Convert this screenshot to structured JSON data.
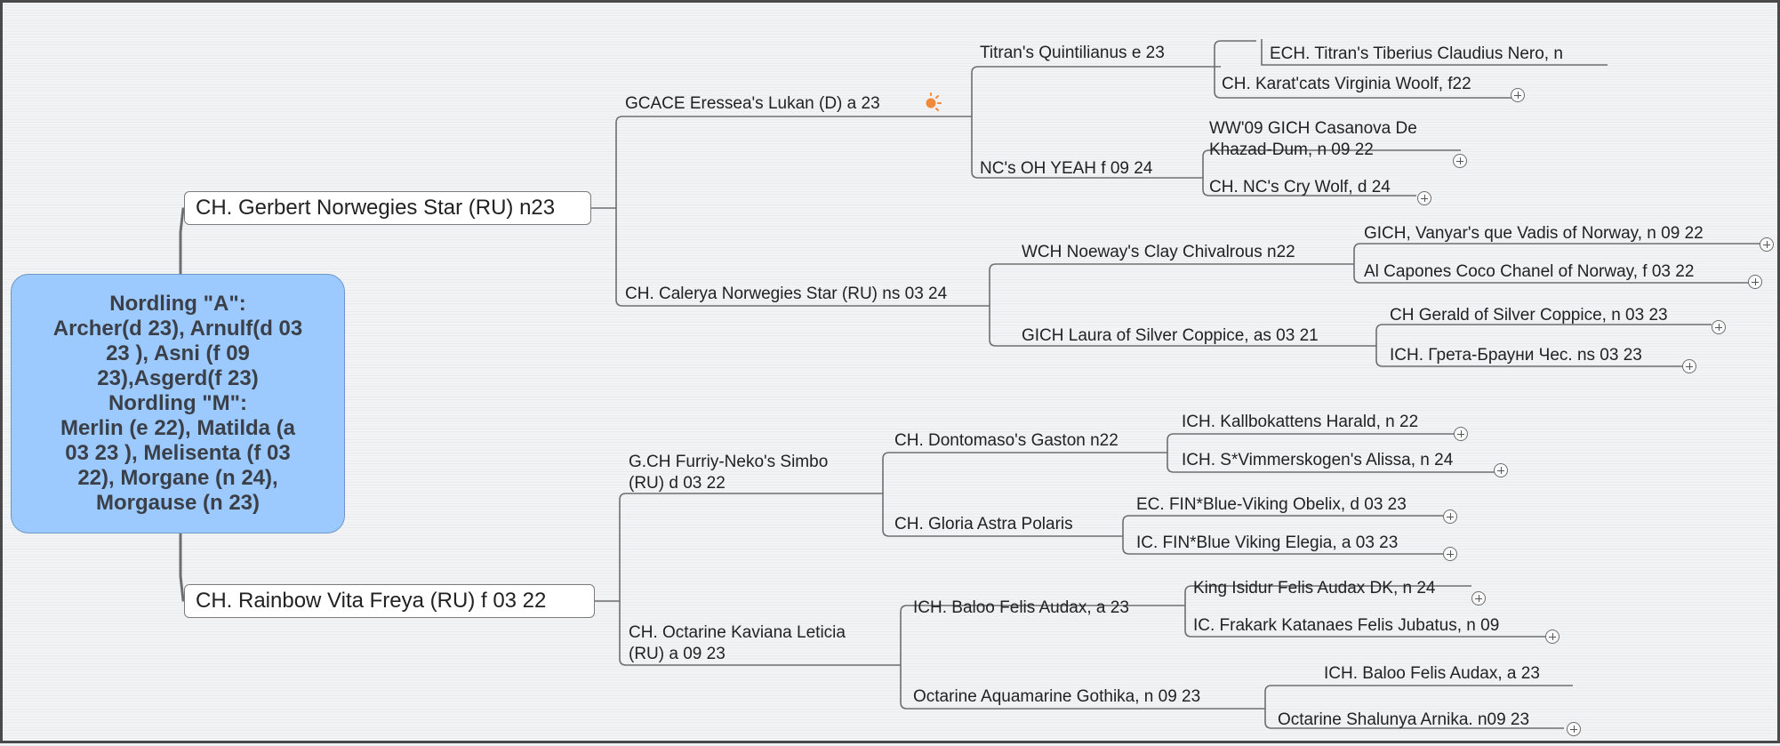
{
  "root": {
    "lines": [
      "Nordling \"A\":",
      "Archer(d 23), Arnulf(d 03 23 ), Asni (f 09 23),Asgerd(f 23)",
      "Nordling \"M\":",
      "Merlin (e 22), Matilda (a 03 23 ), Melisenta (f  03 22), Morgane (n 24), Morgause (n 23)"
    ]
  },
  "sire": {
    "name": "CH. Gerbert Norwegies Star (RU) n23",
    "sire": {
      "name": "GCACE Eressea's Lukan (D) a 23",
      "icon": "sun-icon",
      "sire": {
        "name": "Titran's Quintilianus e 23",
        "sire": "ECH. Titran's Tiberius Claudius Nero, n",
        "dam": "CH. Karat'cats Virginia Woolf, f22"
      },
      "dam": {
        "name": "NC's OH YEAH f 09 24",
        "sire_lines": [
          "WW'09 GICH Casanova De",
          "Khazad-Dum, n 09 22"
        ],
        "dam": "CH. NC's Cry Wolf, d 24"
      }
    },
    "dam": {
      "name": "CH. Calerya Norwegies Star (RU) ns 03 24",
      "sire": {
        "name": "WCH Noeway's Clay Chivalrous n22",
        "sire": "GICH, Vanyar's que Vadis of Norway, n 09 22",
        "dam": "Al Capones Coco Chanel of Norway, f 03 22"
      },
      "dam": {
        "name": "GICH Laura of Silver Coppice, as 03 21",
        "sire": "CH Gerald of Silver Coppice, n 03 23",
        "dam": "ICH. Грета-Брауни Чес. ns 03 23"
      }
    }
  },
  "dam": {
    "name": "CH. Rainbow Vita Freya (RU) f  03 22",
    "sire": {
      "name_lines": [
        "G.CH Furriy-Neko's Simbo",
        "(RU) d 03 22"
      ],
      "sire": {
        "name": "CH. Dontomaso's Gaston n22",
        "sire": "ICH. Kallbokattens Harald, n 22",
        "dam": "ICH. S*Vimmerskogen's Alissa, n 24"
      },
      "dam": {
        "name": "CH. Gloria Astra Polaris",
        "sire": "EC. FIN*Blue-Viking Obelix, d 03 23",
        "dam": "IC. FIN*Blue Viking Elegia, a 03 23"
      }
    },
    "dam": {
      "name_lines": [
        "CH. Octarine Kaviana Leticia",
        "(RU) a 09 23"
      ],
      "sire": {
        "name": "ICH. Baloo Felis Audax, a 23",
        "sire": "King Isidur Felis Audax DK, n 24",
        "dam": "IC. Frakark Katanaes Felis Jubatus, n 09"
      },
      "dam": {
        "name": "Octarine Aquamarine Gothika, n 09 23",
        "sire": "ICH. Baloo Felis Audax, a 23",
        "dam": "Octarine Shalunya Arnika. n09 23"
      }
    }
  }
}
